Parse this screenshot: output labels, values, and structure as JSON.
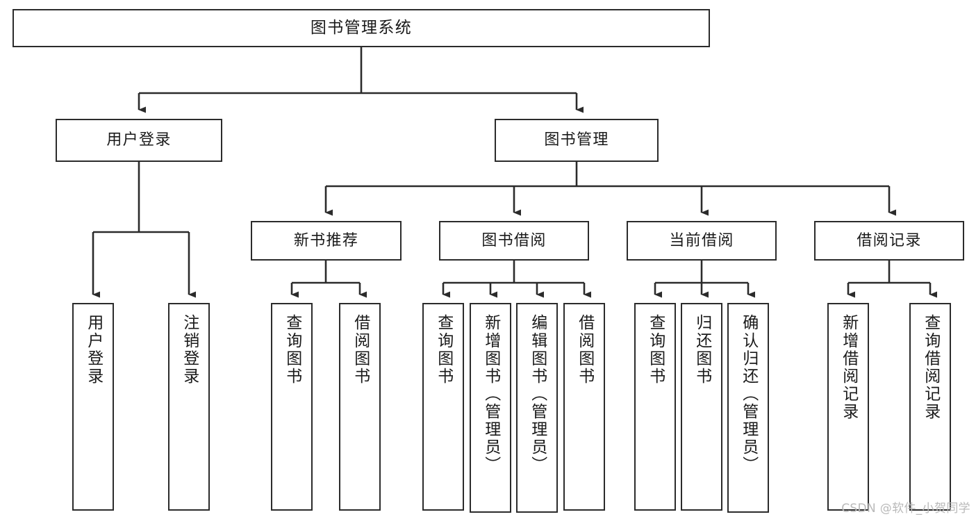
{
  "diagram": {
    "title": "图书管理系统",
    "type": "tree-hierarchy-diagram",
    "colors": {
      "stroke": "#2b2b2b",
      "fill": "#ffffff",
      "background": "#ffffff",
      "watermark": "#b9b9b9"
    },
    "levels": {
      "root": {
        "label": "图书管理系统"
      },
      "level2": [
        {
          "label": "用户登录"
        },
        {
          "label": "图书管理"
        }
      ],
      "level3": [
        {
          "label": "新书推荐"
        },
        {
          "label": "图书借阅"
        },
        {
          "label": "当前借阅"
        },
        {
          "label": "借阅记录"
        }
      ],
      "leaves": {
        "user_login": [
          {
            "label": "用户登录"
          },
          {
            "label": "注销登录"
          }
        ],
        "new_book_recommend": [
          {
            "label": "查询图书"
          },
          {
            "label": "借阅图书"
          }
        ],
        "book_borrow": [
          {
            "label": "查询图书"
          },
          {
            "label": "新增图书（管理员）"
          },
          {
            "label": "编辑图书（管理员）"
          },
          {
            "label": "借阅图书"
          }
        ],
        "current_borrow": [
          {
            "label": "查询图书"
          },
          {
            "label": "归还图书"
          },
          {
            "label": "确认归还（管理员）"
          }
        ],
        "borrow_record": [
          {
            "label": "新增借阅记录"
          },
          {
            "label": "查询借阅记录"
          }
        ]
      }
    },
    "watermark": "CSDN @软件_小贺同学"
  }
}
